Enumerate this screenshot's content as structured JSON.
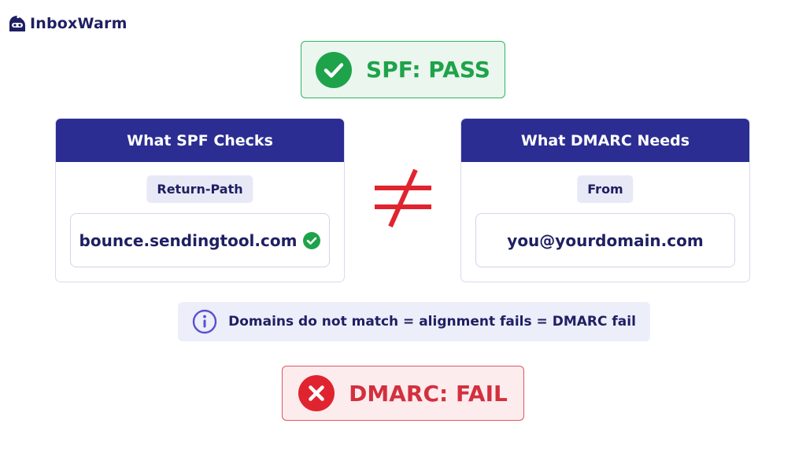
{
  "brand": {
    "name": "InboxWarm"
  },
  "spf_result": {
    "label": "SPF: PASS",
    "color": "#1ea34a"
  },
  "left_card": {
    "title": "What SPF Checks",
    "tag": "Return-Path",
    "domain": "bounce.sendingtool.com"
  },
  "right_card": {
    "title": "What DMARC Needs",
    "tag": "From",
    "domain": "you@yourdomain.com"
  },
  "comparison_symbol": "≠",
  "note": {
    "text": "Domains do not match = alignment fails = DMARC fail"
  },
  "dmarc_result": {
    "label": "DMARC: FAIL",
    "color": "#d3303e"
  },
  "colors": {
    "header": "#2b2d92",
    "pass": "#1ea34a",
    "fail": "#d3303e",
    "text": "#1f1f63"
  }
}
